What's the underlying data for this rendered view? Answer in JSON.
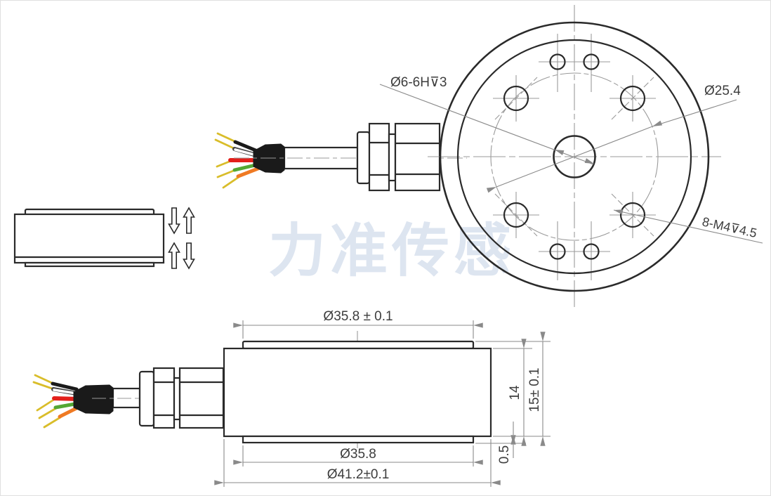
{
  "watermark": {
    "text": "力准传感",
    "color": "#dce4f0"
  },
  "front_view": {
    "center_hole_label": "Ø6-6H⊽3",
    "bolt_circle_label": "Ø25.4",
    "mounting_holes_label": "8-M4⊽4.5"
  },
  "side_view": {
    "top_boss_diameter": "Ø35.8 ± 0.1",
    "body_height": "14",
    "total_height": "15± 0.1",
    "lip_height": "0.5",
    "bottom_boss_diameter": "Ø35.8",
    "outer_diameter": "Ø41.2±0.1"
  },
  "colors": {
    "wire_black": "#1a1a1a",
    "wire_white": "#ffffff",
    "wire_red": "#e3201b",
    "wire_green": "#53a733",
    "wire_orange": "#ef7a23",
    "wire_tip_yellow": "#d9bd2a",
    "drawing_line": "#2a2a2a",
    "dimension_line": "#8a8a8a"
  }
}
